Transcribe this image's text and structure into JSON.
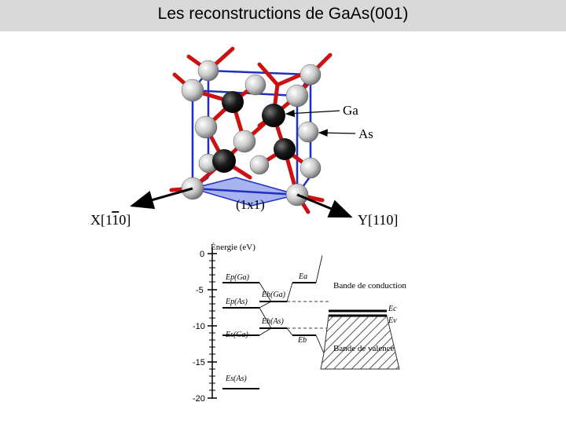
{
  "title": "Les reconstructions de GaAs(001)",
  "crystal": {
    "label_ga": "Ga",
    "label_as": "As",
    "label_surface_cell": "(1x1)",
    "axis_x": "X[1",
    "axis_x_bar": "1",
    "axis_x_end": "0]",
    "axis_y": "Y[110]",
    "colors": {
      "ga": "#1a1a1a",
      "as": "#c8c8c8",
      "bond": "#cc1111",
      "cell": "#1f2fbf",
      "surface": "#a8b4f0"
    }
  },
  "energy_diagram": {
    "axis_title": "Énergie (eV)",
    "y_ticks": [
      "0",
      "-5",
      "-10",
      "-15",
      "-20"
    ],
    "ylim": [
      -20,
      0
    ],
    "levels": {
      "ep_ga": "Ep(Ga)",
      "ep_as": "Ep(As)",
      "es_ga": "Es(Ga)",
      "es_as": "Es(As)",
      "eh_ga": "Eh(Ga)",
      "eh_as": "Eh(As)",
      "ea": "Ea",
      "eb": "Eb",
      "ec": "Ec",
      "ev": "Ev"
    },
    "band_conduction": "Bande de conduction",
    "band_valence": "Bande de valence"
  }
}
